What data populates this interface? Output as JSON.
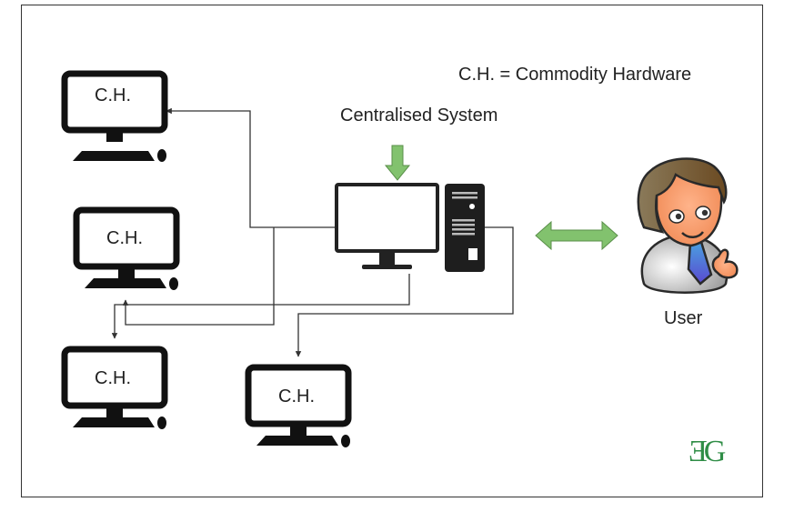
{
  "diagram": {
    "legend": "C.H. = Commodity Hardware",
    "central_title": "Centralised System",
    "user_label": "User",
    "nodes": [
      {
        "id": "ch-1",
        "label": "C.H."
      },
      {
        "id": "ch-2",
        "label": "C.H."
      },
      {
        "id": "ch-3",
        "label": "C.H."
      },
      {
        "id": "ch-4",
        "label": "C.H."
      }
    ],
    "central_system": {
      "components": [
        "monitor",
        "cpu-tower"
      ]
    },
    "connections": [
      {
        "from": "central-system",
        "to": "ch-1"
      },
      {
        "from": "central-system",
        "to": "ch-2"
      },
      {
        "from": "central-system",
        "to": "ch-3"
      },
      {
        "from": "central-system",
        "to": "ch-4"
      },
      {
        "from": "central-system",
        "to": "user",
        "type": "bidirectional"
      }
    ],
    "logo": "ƎG",
    "colors": {
      "arrow_green": "#82c26e",
      "arrow_stroke": "#5a8f4a",
      "logo_green": "#2f8d46",
      "icon_black": "#111111",
      "line": "#333333"
    }
  }
}
